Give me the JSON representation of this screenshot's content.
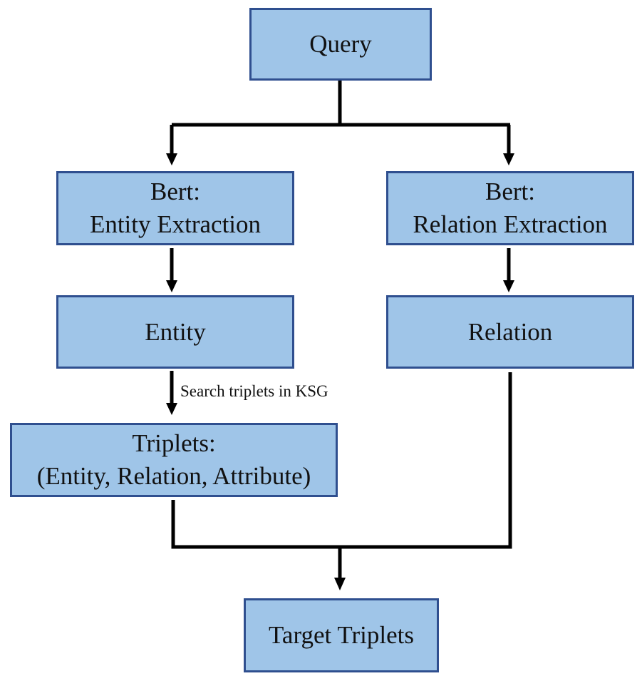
{
  "diagram": {
    "nodes": {
      "query": {
        "lines": [
          "Query"
        ]
      },
      "bert_entity": {
        "lines": [
          "Bert:",
          "Entity Extraction"
        ]
      },
      "bert_relation": {
        "lines": [
          "Bert:",
          "Relation Extraction"
        ]
      },
      "entity": {
        "lines": [
          "Entity"
        ]
      },
      "relation": {
        "lines": [
          "Relation"
        ]
      },
      "triplets": {
        "lines": [
          "Triplets:",
          "(Entity, Relation, Attribute)"
        ]
      },
      "target": {
        "lines": [
          "Target Triplets"
        ]
      }
    },
    "edge_labels": {
      "search": "Search triplets in KSG"
    },
    "colors": {
      "node_fill": "#9fc5e8",
      "node_border": "#2f4f8f",
      "connector": "#000000"
    }
  }
}
